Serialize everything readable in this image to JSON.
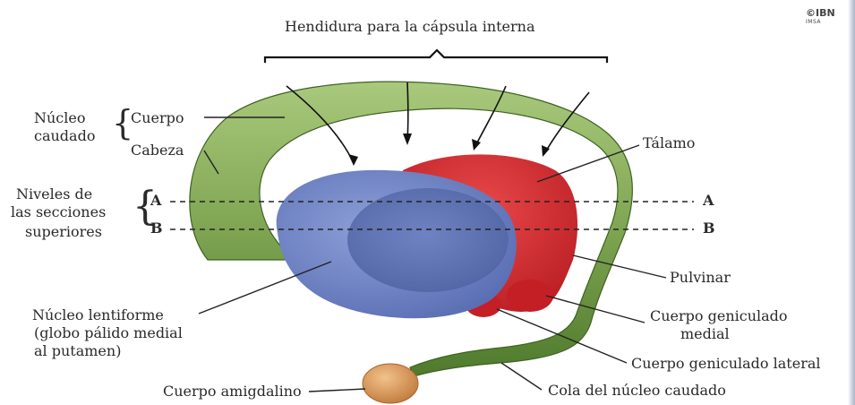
{
  "title": "Hendidura para la cápsula interna",
  "logo": {
    "text": "©IBN",
    "sub": "IMSA"
  },
  "caudate": {
    "group": [
      "Núcleo",
      "caudado"
    ],
    "body": "Cuerpo",
    "head": "Cabeza",
    "tail": "Cola del núcleo caudado"
  },
  "levels": {
    "group": [
      "Niveles de",
      "las secciones",
      "superiores"
    ],
    "a": "A",
    "b": "B"
  },
  "thalamus": "Tálamo",
  "pulvinar": "Pulvinar",
  "medial_geniculate": [
    "Cuerpo geniculado",
    "medial"
  ],
  "lateral_geniculate": "Cuerpo geniculado lateral",
  "lentiform": [
    "Núcleo lentiforme",
    "(globo pálido medial",
    "al putamen)"
  ],
  "amygdala": "Cuerpo amigdalino",
  "colors": {
    "caudate": "#7fa552",
    "caudate_dark": "#4f7a2c",
    "thalamus": "#d9262b",
    "lentiform": "#6f86c9",
    "globus": "#5a6fab",
    "amygdala": "#d89a5c"
  }
}
